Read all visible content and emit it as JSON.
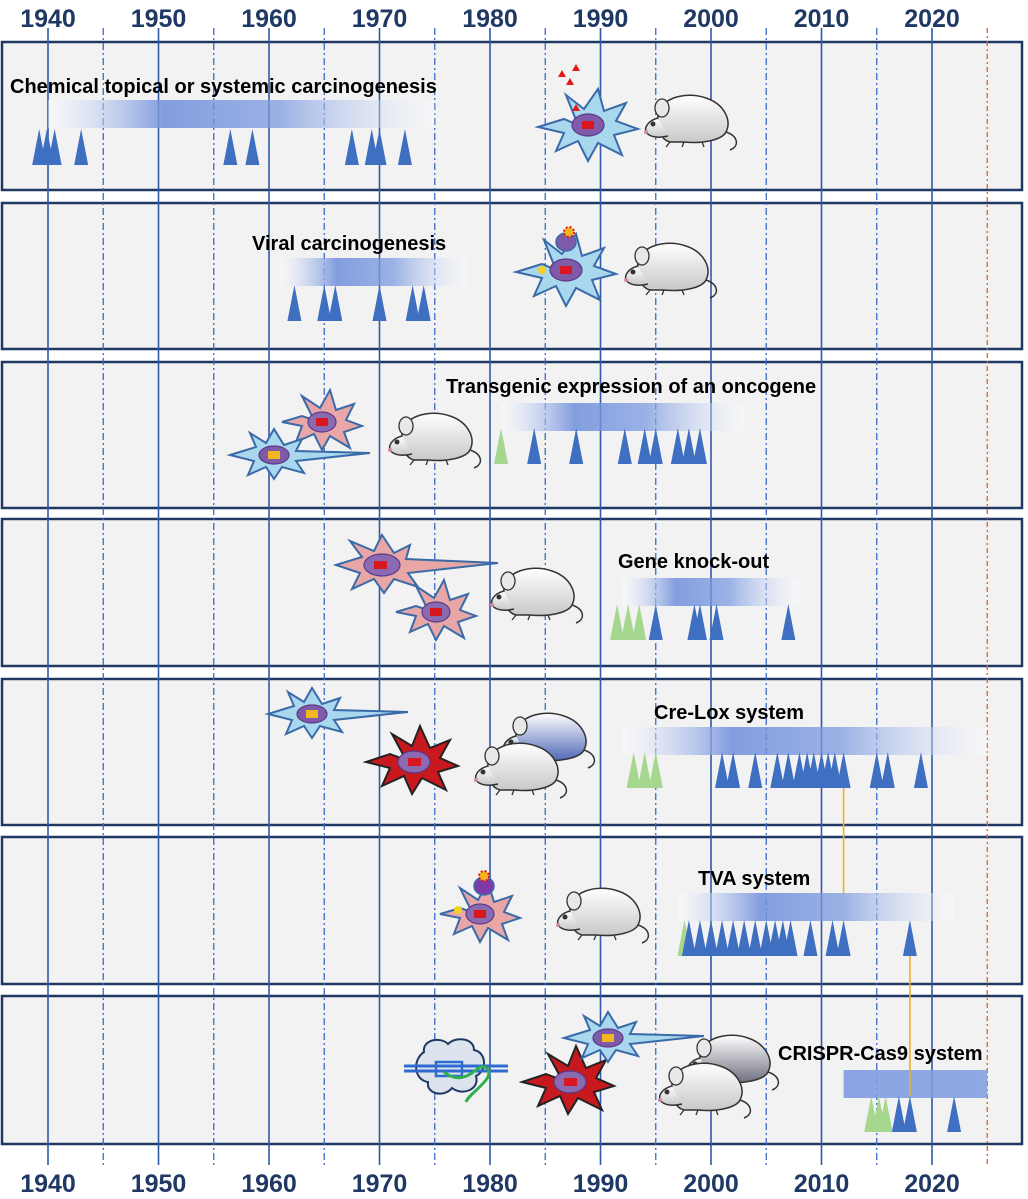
{
  "axis": {
    "years": [
      "1940",
      "1950",
      "1960",
      "1970",
      "1980",
      "1990",
      "2000",
      "2010",
      "2020"
    ]
  },
  "colors": {
    "marker_blue": "#3f6fc0",
    "marker_green": "#a6d78f",
    "bar": "#6f8fdc",
    "connector": "#f0b020",
    "cell_blue": "#a8d7ee",
    "cell_pink": "#e4a3a3",
    "cell_red": "#c8191e"
  },
  "panels": [
    {
      "title": "Chemical topical or systemic carcinogenesis",
      "illustration": [
        "carcinogen-cell-icon",
        "mouse-icon"
      ],
      "markers_blue": [
        1939.2,
        1939.9,
        1940.6,
        1943,
        1956.5,
        1958.5,
        1967.5,
        1969.3,
        1970,
        1972.3
      ],
      "markers_green": []
    },
    {
      "title": "Viral carcinogenesis",
      "illustration": [
        "virus-infected-cell-icon",
        "mouse-icon"
      ],
      "markers_blue": [
        1962.3,
        1965,
        1966,
        1970,
        1973,
        1974
      ],
      "markers_green": []
    },
    {
      "title": "Transgenic expression of an oncogene",
      "illustration": [
        "pink-cell-icon",
        "blue-cell-icon",
        "mouse-icon"
      ],
      "markers_blue": [
        1984,
        1987.8,
        1992.2,
        1994,
        1995,
        1997,
        1998,
        1999
      ],
      "markers_green": [
        1981
      ]
    },
    {
      "title": "Gene knock-out",
      "illustration": [
        "pink-cell-icon",
        "pink-cell-icon",
        "mouse-icon"
      ],
      "markers_blue": [
        1995,
        1998.5,
        1999,
        2000.5,
        2007
      ],
      "markers_green": [
        1991.5,
        1992.5,
        1993.5
      ]
    },
    {
      "title": "Cre-Lox system",
      "illustration": [
        "blue-cell-icon",
        "red-cell-icon",
        "mouse-icon",
        "mouse-icon"
      ],
      "markers_blue": [
        2001,
        2002,
        2004,
        2006,
        2007,
        2008,
        2008.7,
        2009.3,
        2010,
        2010.6,
        2011.2,
        2012,
        2015,
        2016,
        2019
      ],
      "markers_green": [
        1993,
        1994,
        1995
      ]
    },
    {
      "title": "TVA system",
      "illustration": [
        "virus-infected-cell-icon",
        "mouse-icon"
      ],
      "markers_blue": [
        1998,
        1999,
        2000,
        2001,
        2002,
        2003,
        2004,
        2005,
        2005.8,
        2006.5,
        2007.2,
        2009,
        2011,
        2012,
        2018
      ],
      "markers_green": [
        1997.6
      ]
    },
    {
      "title": "CRISPR-Cas9 system",
      "illustration": [
        "cas9-complex-icon",
        "red-cell-icon",
        "blue-cell-icon",
        "mouse-icon",
        "mouse-icon"
      ],
      "markers_blue": [
        2017,
        2018,
        2022
      ],
      "markers_green": [
        2014.5,
        2015.2,
        2015.8
      ]
    }
  ]
}
